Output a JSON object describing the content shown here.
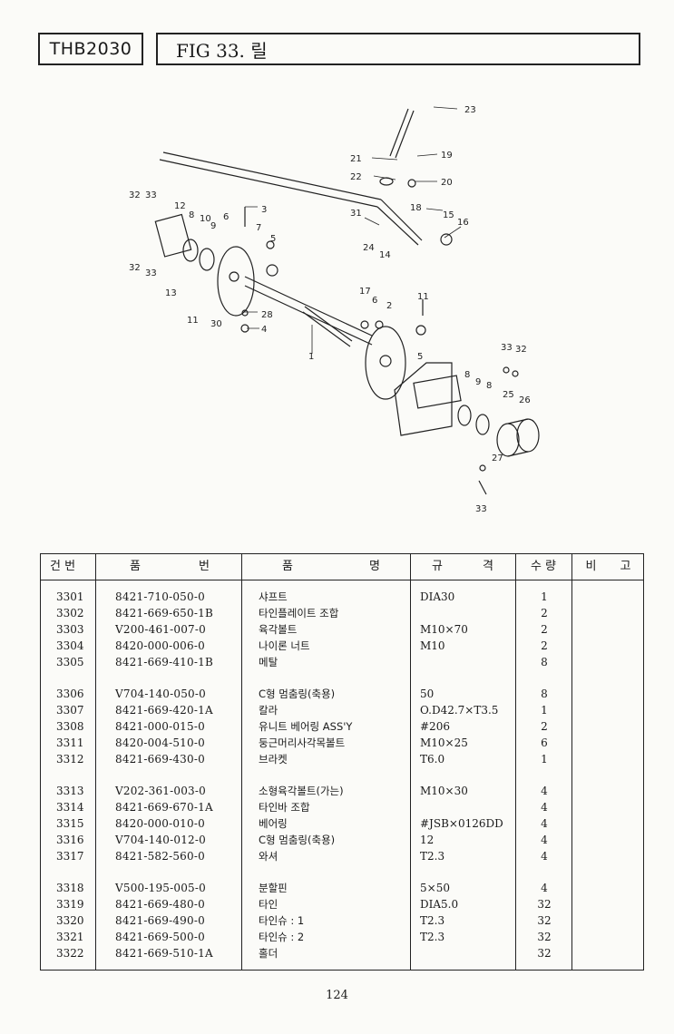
{
  "header": {
    "model": "THB2030",
    "figure_title": "FIG 33. 릴"
  },
  "table": {
    "headers": [
      "건 번",
      "품 번",
      "품 명",
      "규 격",
      "수 량",
      "비 고"
    ],
    "groups": [
      [
        {
          "no": "3301",
          "part": "8421-710-050-0",
          "name": "샤프트",
          "spec": "DIA30",
          "qty": "1"
        },
        {
          "no": "3302",
          "part": "8421-669-650-1B",
          "name": "타인플레이트 조합",
          "spec": "",
          "qty": "2"
        },
        {
          "no": "3303",
          "part": "V200-461-007-0",
          "name": "육각볼트",
          "spec": "M10×70",
          "qty": "2"
        },
        {
          "no": "3304",
          "part": "8420-000-006-0",
          "name": "나이론 너트",
          "spec": "M10",
          "qty": "2"
        },
        {
          "no": "3305",
          "part": "8421-669-410-1B",
          "name": "메탈",
          "spec": "",
          "qty": "8"
        }
      ],
      [
        {
          "no": "3306",
          "part": "V704-140-050-0",
          "name": "C형 멈춤링(축용)",
          "spec": "50",
          "qty": "8"
        },
        {
          "no": "3307",
          "part": "8421-669-420-1A",
          "name": "칼라",
          "spec": "O.D42.7×T3.5",
          "qty": "1"
        },
        {
          "no": "3308",
          "part": "8421-000-015-0",
          "name": "유니트 베어링 ASS'Y",
          "spec": "#206",
          "qty": "2"
        },
        {
          "no": "3311",
          "part": "8420-004-510-0",
          "name": "둥근머리사각목볼트",
          "spec": "M10×25",
          "qty": "6"
        },
        {
          "no": "3312",
          "part": "8421-669-430-0",
          "name": "브라켓",
          "spec": "T6.0",
          "qty": "1"
        }
      ],
      [
        {
          "no": "3313",
          "part": "V202-361-003-0",
          "name": "소형육각볼트(가는)",
          "spec": "M10×30",
          "qty": "4"
        },
        {
          "no": "3314",
          "part": "8421-669-670-1A",
          "name": "타인바 조합",
          "spec": "",
          "qty": "4"
        },
        {
          "no": "3315",
          "part": "8420-000-010-0",
          "name": "베어링",
          "spec": "#JSB×0126DD",
          "qty": "4"
        },
        {
          "no": "3316",
          "part": "V704-140-012-0",
          "name": "C형 멈춤링(축용)",
          "spec": "12",
          "qty": "4"
        },
        {
          "no": "3317",
          "part": "8421-582-560-0",
          "name": "와셔",
          "spec": "T2.3",
          "qty": "4"
        }
      ],
      [
        {
          "no": "3318",
          "part": "V500-195-005-0",
          "name": "분할핀",
          "spec": "5×50",
          "qty": "4"
        },
        {
          "no": "3319",
          "part": "8421-669-480-0",
          "name": "타인",
          "spec": "DIA5.0",
          "qty": "32"
        },
        {
          "no": "3320",
          "part": "8421-669-490-0",
          "name": "타인슈 : 1",
          "spec": "T2.3",
          "qty": "32"
        },
        {
          "no": "3321",
          "part": "8421-669-500-0",
          "name": "타인슈 : 2",
          "spec": "T2.3",
          "qty": "32"
        },
        {
          "no": "3322",
          "part": "8421-669-510-1A",
          "name": "홀더",
          "spec": "",
          "qty": "32"
        }
      ]
    ]
  },
  "diagram": {
    "callouts": [
      "1",
      "2",
      "3",
      "4",
      "5",
      "5",
      "6",
      "6",
      "7",
      "8",
      "8",
      "8",
      "9",
      "9",
      "10",
      "11",
      "11",
      "12",
      "13",
      "14",
      "15",
      "16",
      "17",
      "18",
      "19",
      "20",
      "21",
      "22",
      "23",
      "24",
      "25",
      "26",
      "27",
      "28",
      "30",
      "31",
      "32",
      "32",
      "32",
      "33",
      "33",
      "33",
      "33"
    ]
  },
  "footer": {
    "page_number": "124"
  }
}
